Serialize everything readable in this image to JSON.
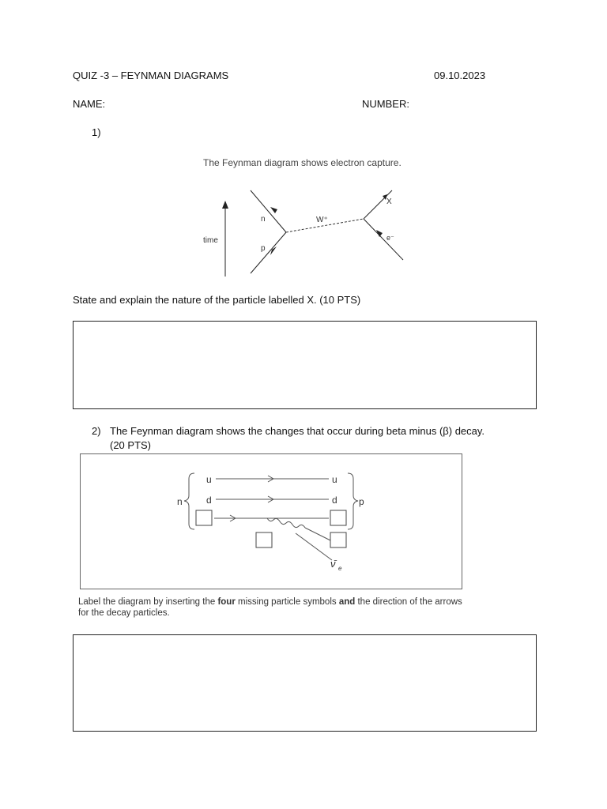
{
  "header": {
    "title": "QUIZ -3 – FEYNMAN DIAGRAMS",
    "date": "09.10.2023",
    "name_label": "NAME:",
    "number_label": "NUMBER:"
  },
  "q1": {
    "number": "1)",
    "figure_title": "The Feynman diagram shows electron capture.",
    "labels": {
      "n": "n",
      "p": "p",
      "w": "W⁺",
      "x": "X",
      "e": "e⁻",
      "time": "time"
    },
    "question": "State and explain the nature of the particle labelled X. (10 PTS)"
  },
  "q2": {
    "number": "2)",
    "text_line1": "The Feynman diagram shows the changes that occur during beta minus (β) decay.",
    "text_line2": "(20 PTS)",
    "labels": {
      "u_left": "u",
      "d_left": "d",
      "u_right": "u",
      "d_right": "d",
      "n": "n",
      "p": "p",
      "nu": "ν̄",
      "nu_sub": "e"
    },
    "caption_pre": "Label the diagram by inserting the ",
    "caption_b1": "four",
    "caption_mid": " missing particle symbols ",
    "caption_b2": "and",
    "caption_post": " the direction of the arrows",
    "caption_line2": "for the decay particles."
  }
}
